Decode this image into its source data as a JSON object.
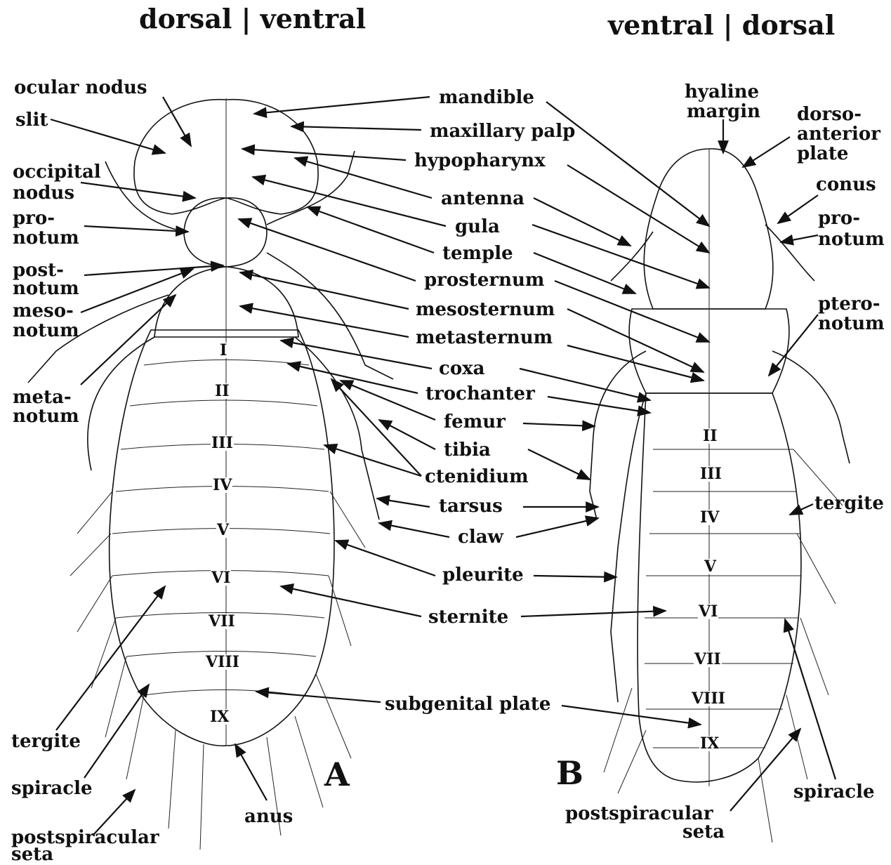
{
  "headers": {
    "a": "dorsal | ventral",
    "b": "ventral | dorsal"
  },
  "panel_letters": {
    "a": "A",
    "b": "B"
  },
  "labels_a_left": {
    "ocular_nodus": "ocular nodus",
    "slit": "slit",
    "occipital_nodus_1": "occipital",
    "occipital_nodus_2": "nodus",
    "pronotum_1": "pro-",
    "pronotum_2": "notum",
    "postnotum_1": "post-",
    "postnotum_2": "notum",
    "mesonotum_1": "meso-",
    "mesonotum_2": "notum",
    "metanotum_1": "meta-",
    "metanotum_2": "notum",
    "tergite": "tergite",
    "spiracle": "spiracle",
    "postspiracular_1": "postspiracular",
    "postspiracular_2": "seta",
    "anus": "anus"
  },
  "labels_center": {
    "mandible": "mandible",
    "maxillary_palp": "maxillary palp",
    "hypopharynx": "hypopharynx",
    "antenna": "antenna",
    "gula": "gula",
    "temple": "temple",
    "prosternum": "prosternum",
    "mesosternum": "mesosternum",
    "metasternum": "metasternum",
    "coxa": "coxa",
    "trochanter": "trochanter",
    "femur": "femur",
    "tibia": "tibia",
    "ctenidium": "ctenidium",
    "tarsus": "tarsus",
    "claw": "claw",
    "pleurite": "pleurite",
    "sternite": "sternite",
    "subgenital_plate": "subgenital plate"
  },
  "labels_b_right": {
    "hyaline_1": "hyaline",
    "hyaline_2": "margin",
    "dorso_1": "dorso-",
    "dorso_2": "anterior",
    "dorso_3": "plate",
    "conus": "conus",
    "pronotum_1": "pro-",
    "pronotum_2": "notum",
    "pteronotum_1": "ptero-",
    "pteronotum_2": "notum",
    "tergite": "tergite",
    "spiracle": "spiracle",
    "postspiracular_1": "postspiracular",
    "postspiracular_2": "seta"
  },
  "segments_a": [
    "I",
    "II",
    "III",
    "IV",
    "V",
    "VI",
    "VII",
    "VIII",
    "IX"
  ],
  "segments_b": [
    "II",
    "III",
    "IV",
    "V",
    "VI",
    "VII",
    "VIII",
    "IX"
  ]
}
